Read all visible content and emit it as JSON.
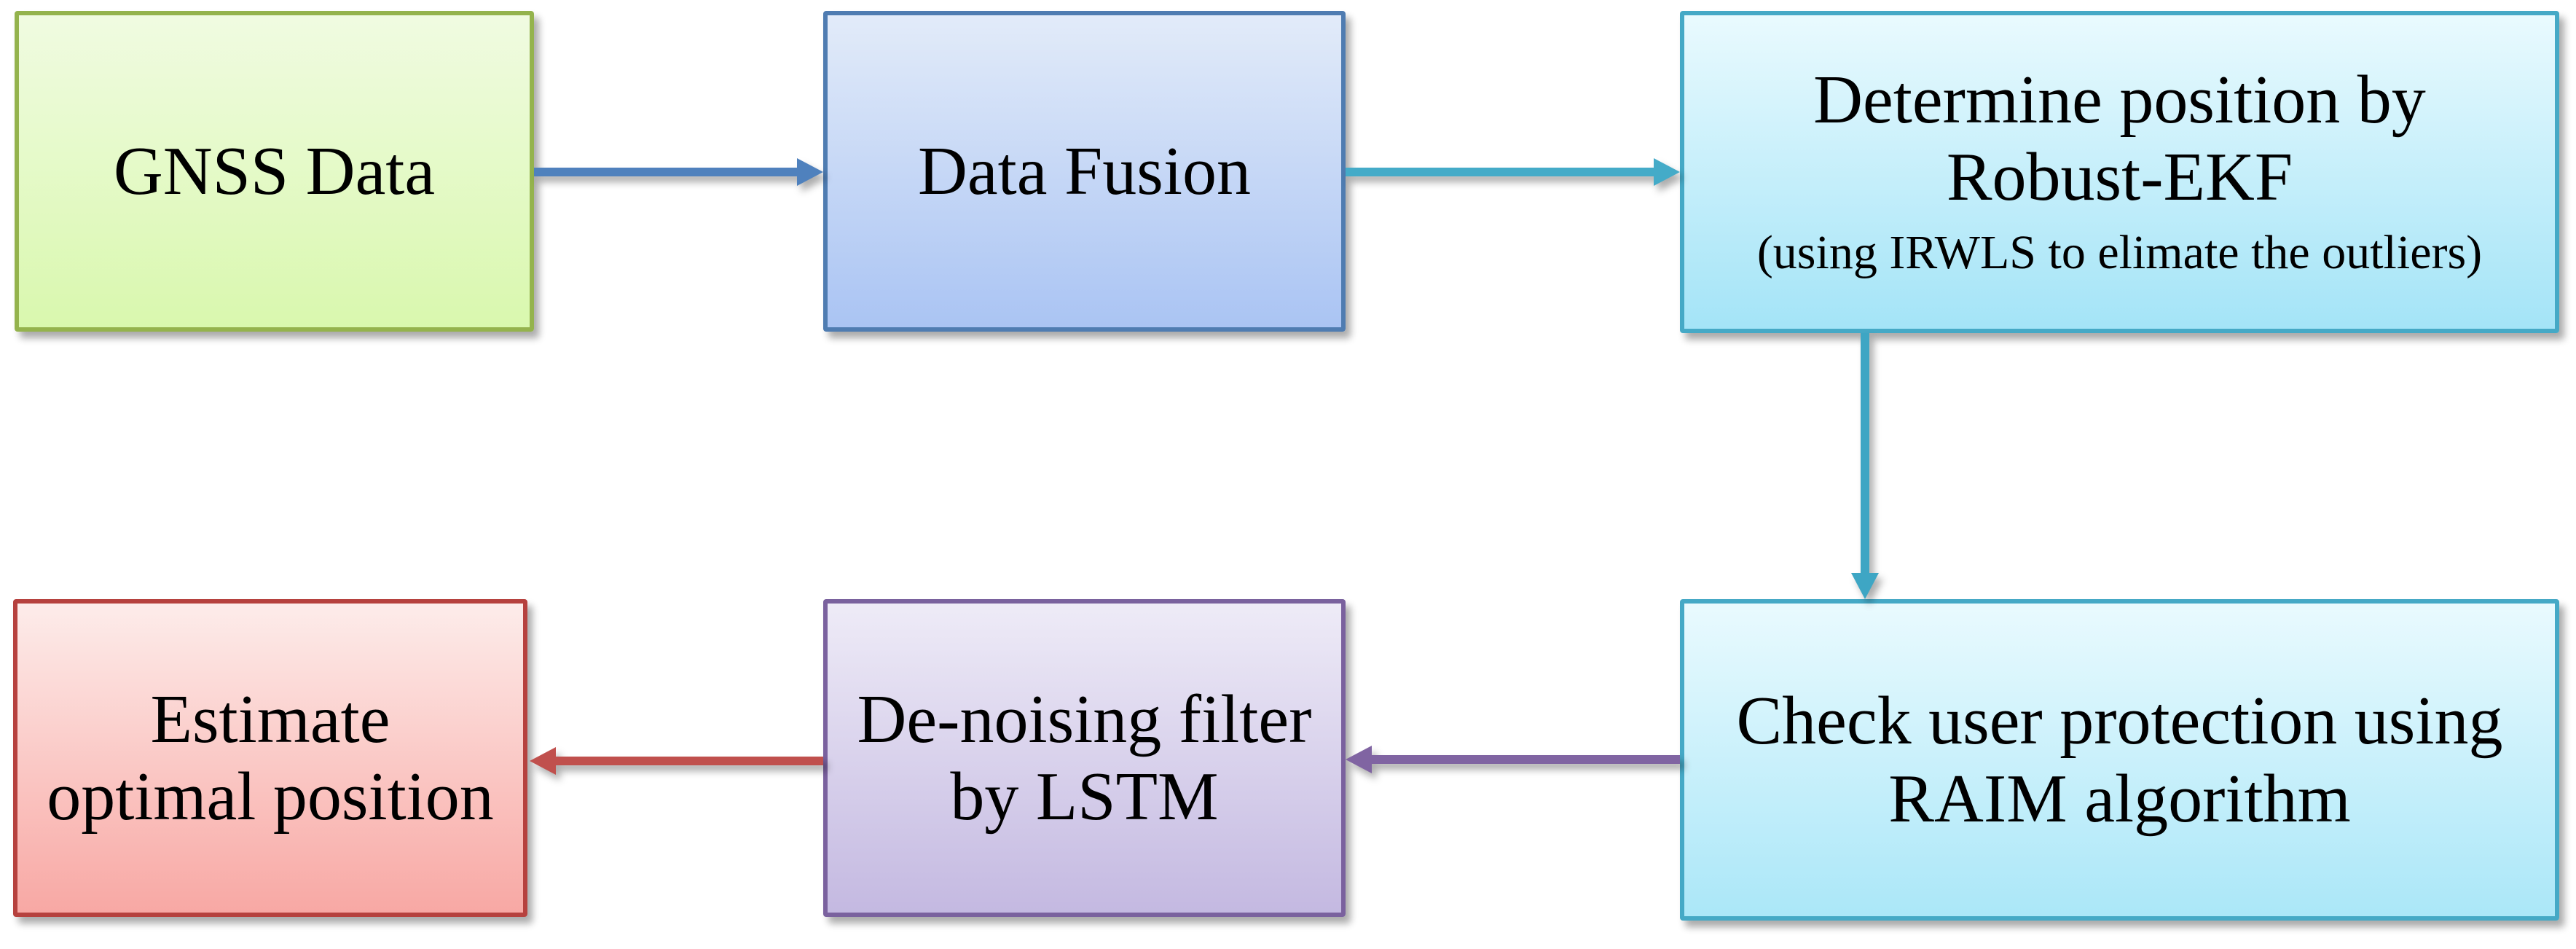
{
  "diagram": {
    "background": "#ffffff",
    "text_color": "#000000",
    "nodes": [
      {
        "id": "gnss-data",
        "lines": [
          "GNSS Data"
        ],
        "fill_top": "#f0fbe1",
        "fill_bottom": "#d9f8ae",
        "border": "#94b34d"
      },
      {
        "id": "data-fusion",
        "lines": [
          "Data Fusion"
        ],
        "fill_top": "#e2ebf9",
        "fill_bottom": "#aac4f3",
        "border": "#4f7cb1"
      },
      {
        "id": "robust-ekf",
        "lines": [
          "Determine position by",
          "Robust-EKF"
        ],
        "subtext": "(using IRWLS to elimate the outliers)",
        "fill_top": "#e9fafe",
        "fill_bottom": "#a4e4f7",
        "border": "#45a9c6"
      },
      {
        "id": "raim-check",
        "lines": [
          "Check user protection using",
          "RAIM algorithm"
        ],
        "fill_top": "#e9fafe",
        "fill_bottom": "#abe7f8",
        "border": "#45a9c6"
      },
      {
        "id": "lstm-filter",
        "lines": [
          "De-noising filter",
          "by LSTM"
        ],
        "fill_top": "#eeebf7",
        "fill_bottom": "#c4b9e1",
        "border": "#7a619e"
      },
      {
        "id": "estimate-position",
        "lines": [
          "Estimate",
          "optimal position"
        ],
        "fill_top": "#fdecea",
        "fill_bottom": "#f8a8a4",
        "border": "#b6413e"
      }
    ],
    "arrows": [
      {
        "from": "gnss-data",
        "to": "data-fusion",
        "direction": "right",
        "color": "#4f81bd"
      },
      {
        "from": "data-fusion",
        "to": "robust-ekf",
        "direction": "right",
        "color": "#44abc8"
      },
      {
        "from": "robust-ekf",
        "to": "raim-check",
        "direction": "down",
        "color": "#3ea6c4"
      },
      {
        "from": "raim-check",
        "to": "lstm-filter",
        "direction": "left",
        "color": "#8064a2"
      },
      {
        "from": "lstm-filter",
        "to": "estimate-position",
        "direction": "left",
        "color": "#c0504d"
      }
    ]
  }
}
